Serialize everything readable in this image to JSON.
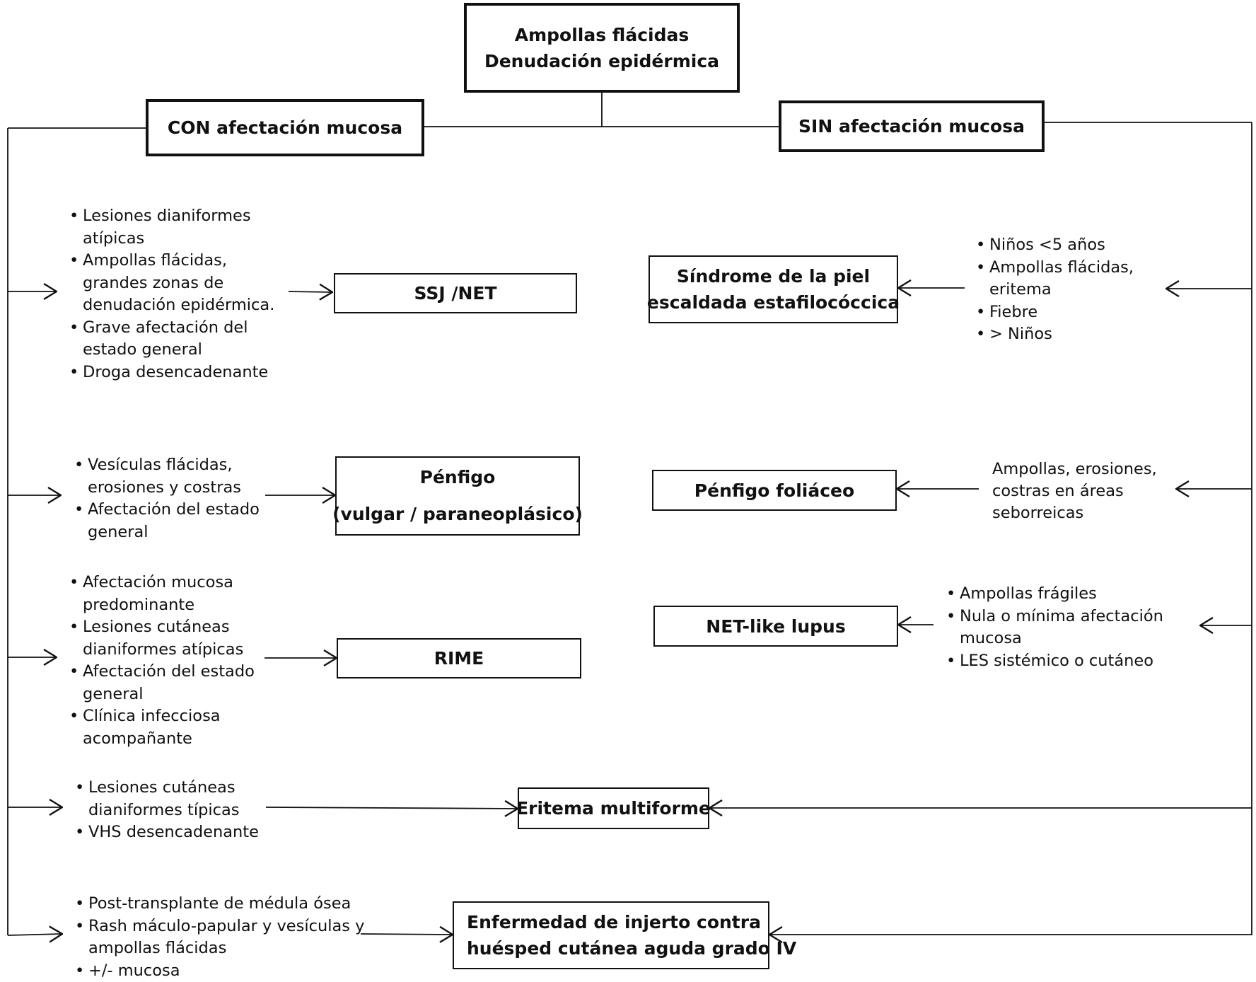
{
  "root": {
    "lines": [
      "Ampollas flácidas",
      "Denudación epidérmica"
    ]
  },
  "branches": {
    "with_mucosa": "CON afectación mucosa",
    "without_mucosa": "SIN afectación mucosa"
  },
  "left_rows": [
    {
      "features": [
        [
          "Lesiones dianiformes",
          "atípicas"
        ],
        [
          "Ampollas flácidas,",
          "grandes zonas de",
          "denudación epidérmica."
        ],
        [
          "Grave afectación del",
          "estado general"
        ],
        [
          "Droga desencadenante"
        ]
      ],
      "diagnosis": [
        "SSJ /NET"
      ]
    },
    {
      "features": [
        [
          "Vesículas flácidas,",
          "erosiones y costras"
        ],
        [
          "Afectación del estado",
          "general"
        ]
      ],
      "diagnosis": [
        "Pénfigo",
        "(vulgar / paraneoplásico)"
      ]
    },
    {
      "features": [
        [
          "Afectación mucosa",
          "predominante"
        ],
        [
          "Lesiones cutáneas",
          "dianiformes atípicas"
        ],
        [
          "Afectación del estado",
          "general"
        ],
        [
          "Clínica infecciosa",
          "acompañante"
        ]
      ],
      "diagnosis": [
        "RIME"
      ]
    }
  ],
  "right_rows": [
    {
      "features": [
        [
          "Niños <5 años"
        ],
        [
          "Ampollas flácidas,",
          "eritema"
        ],
        [
          "Fiebre"
        ],
        [
          "> Niños"
        ]
      ],
      "diagnosis": [
        "Síndrome de la piel",
        "escaldada estafilocóccica"
      ]
    },
    {
      "features_text": [
        "Ampollas, erosiones,",
        "costras en áreas",
        "seborreicas"
      ],
      "diagnosis": [
        "Pénfigo foliáceo"
      ]
    },
    {
      "features": [
        [
          "Ampollas frágiles"
        ],
        [
          "Nula o mínima afectación",
          "mucosa"
        ],
        [
          "LES sistémico o cutáneo"
        ]
      ],
      "diagnosis": [
        "NET-like lupus"
      ]
    }
  ],
  "shared_rows": [
    {
      "features": [
        [
          "Lesiones cutáneas",
          "dianiformes típicas"
        ],
        [
          "VHS desencadenante"
        ]
      ],
      "diagnosis": [
        "Eritema multiforme"
      ]
    },
    {
      "features": [
        [
          "Post-transplante de médula ósea"
        ],
        [
          "Rash máculo-papular y vesículas y",
          "ampollas flácidas"
        ],
        [
          "+/- mucosa"
        ]
      ],
      "diagnosis": [
        "Enfermedad de injerto contra",
        "huésped cutánea aguda grado IV"
      ]
    }
  ]
}
